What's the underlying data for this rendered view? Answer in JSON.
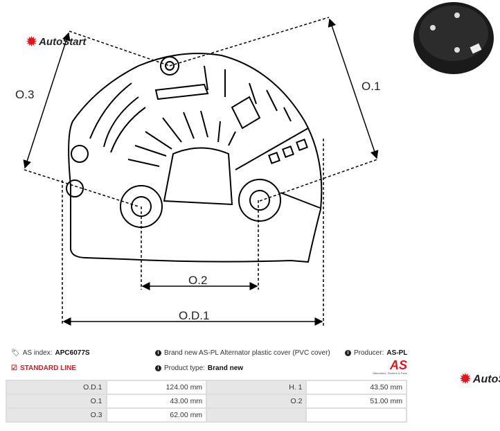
{
  "brand": {
    "logo_text": "AutoStart",
    "accent": "#e3161f"
  },
  "diagram": {
    "labels": {
      "od1": "O.D.1",
      "o1": "O.1",
      "o2": "O.2",
      "o3": "O.3"
    }
  },
  "info": {
    "as_index_label": "AS index:",
    "as_index_value": "APC6077S",
    "standard_line": "STANDARD LINE",
    "description": "Brand new AS-PL Alternator plastic cover (PVC cover)",
    "product_type_label": "Product type:",
    "product_type_value": "Brand new",
    "producer_label": "Producer:",
    "producer_value": "AS-PL",
    "producer_logo": "AS",
    "producer_tagline": "Alternators, Starters & Parts"
  },
  "specs": [
    [
      {
        "label": "O.D.1",
        "value": "124.00 mm"
      },
      {
        "label": "H. 1",
        "value": "43.50 mm"
      }
    ],
    [
      {
        "label": "O.1",
        "value": "43.00 mm"
      },
      {
        "label": "O.2",
        "value": "51.00 mm"
      }
    ],
    [
      {
        "label": "O.3",
        "value": "62.00 mm"
      },
      {
        "label": "",
        "value": ""
      }
    ]
  ]
}
